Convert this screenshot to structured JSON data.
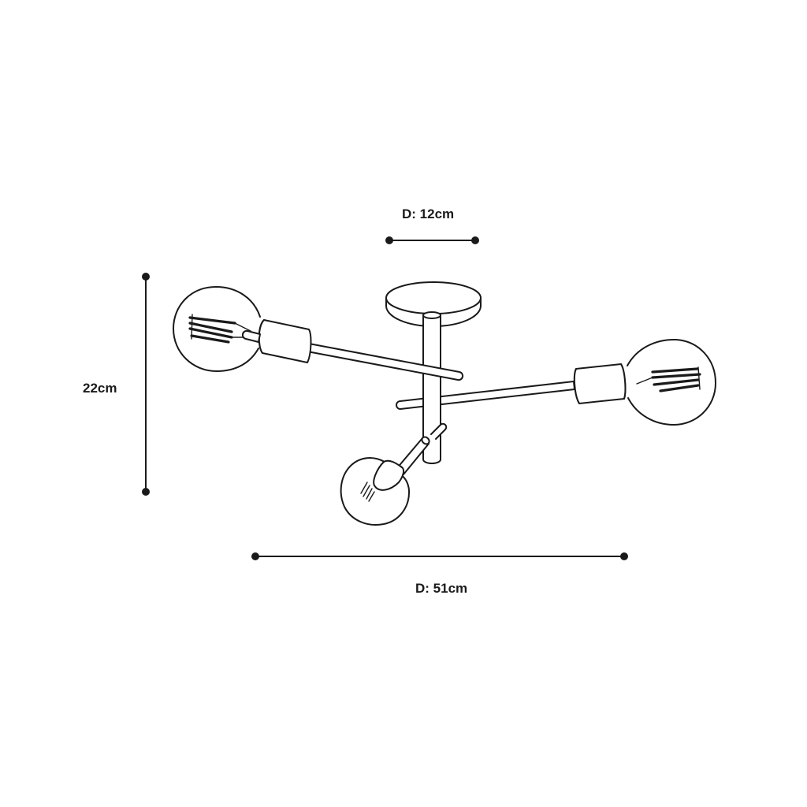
{
  "dimensions": {
    "canopy_diameter": "D: 12cm",
    "height": "22cm",
    "overall_diameter": "D: 51cm"
  },
  "colors": {
    "line": "#1a1a1a",
    "background": "#ffffff"
  }
}
